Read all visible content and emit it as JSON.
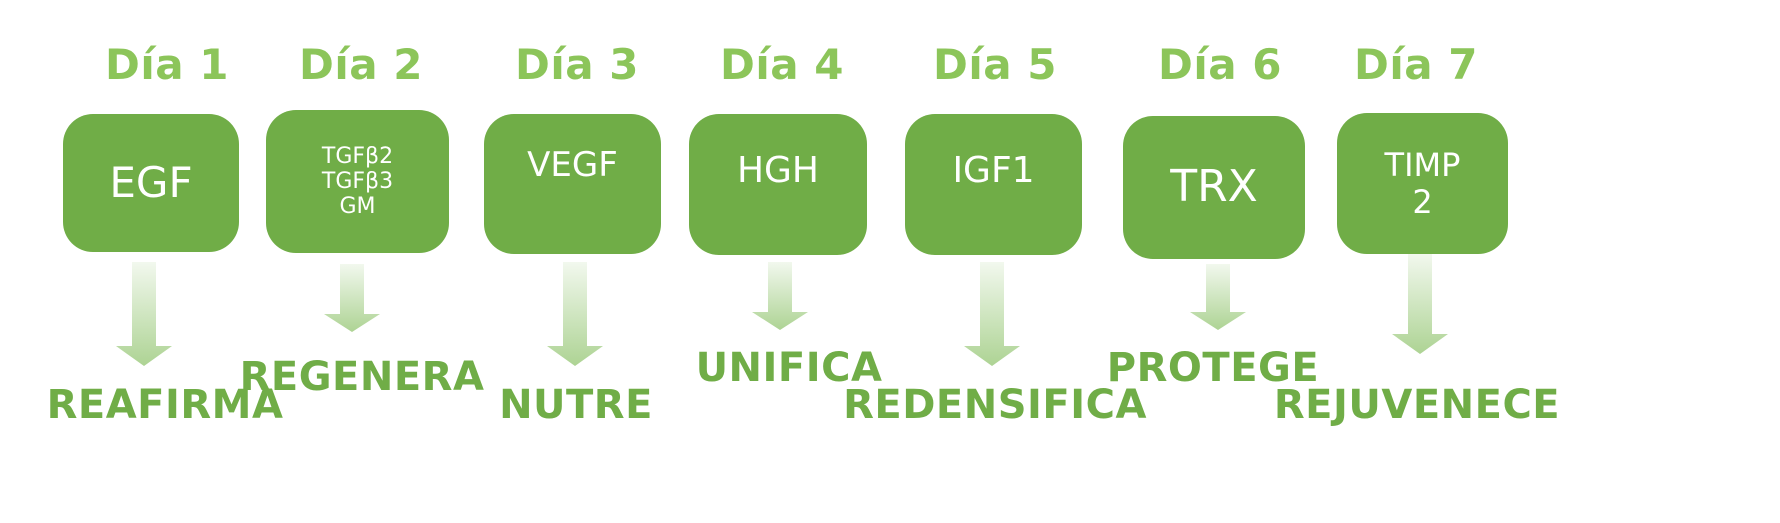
{
  "steps": [
    {
      "day": "Día 1",
      "box_lines": [
        "EGF"
      ],
      "outcome": "REAFIRMA"
    },
    {
      "day": "Día 2",
      "box_lines": [
        "TGFβ2",
        "TGFβ3",
        "GM"
      ],
      "outcome": "REGENERA"
    },
    {
      "day": "Día 3",
      "box_lines": [
        "VEGF"
      ],
      "outcome": "NUTRE"
    },
    {
      "day": "Día 4",
      "box_lines": [
        "HGH"
      ],
      "outcome": "UNIFICA"
    },
    {
      "day": "Día 5",
      "box_lines": [
        "IGF1"
      ],
      "outcome": "REDENSIFICA"
    },
    {
      "day": "Día 6",
      "box_lines": [
        "TRX"
      ],
      "outcome": "PROTEGE"
    },
    {
      "day": "Día 7",
      "box_lines": [
        "TIMP",
        "2"
      ],
      "outcome": "REJUVENECE"
    }
  ],
  "colors": {
    "day_label": "#8cc55a",
    "box_fill": "#70ad47",
    "box_text": "#ffffff",
    "arrow": "#a9d18e",
    "outcome_text": "#70ad47"
  }
}
